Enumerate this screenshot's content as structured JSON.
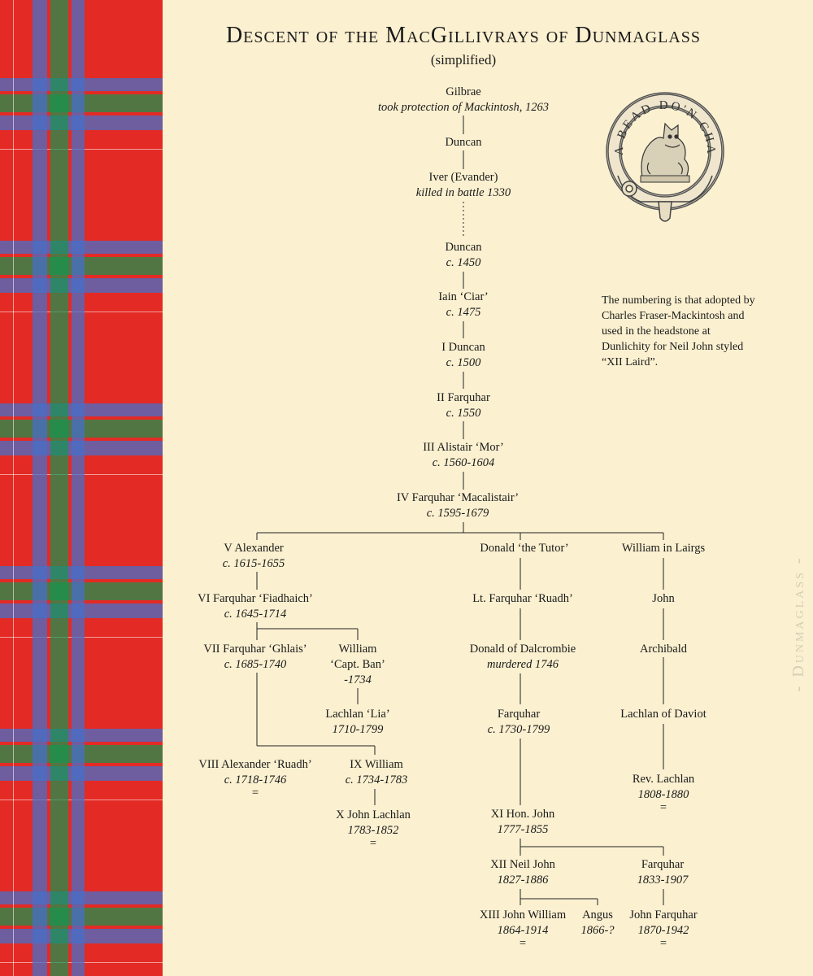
{
  "title": "Descent of the MacGillivrays of Dunmaglass",
  "subtitle": "(simplified)",
  "side_label": "- Dunmaglass -",
  "crest_motto": "DA BEAD DO'N CHAC",
  "note": "The numbering is that adopted by Charles Fraser-Mackintosh and used in the headstone at Dunlichity for Neil John styled “XII Laird”.",
  "nodes": {
    "gilbrae": {
      "name": "Gilbrae",
      "date": "took protection of Mackintosh, 1263"
    },
    "duncan0": {
      "name": "Duncan",
      "date": ""
    },
    "iver": {
      "name": "Iver (Evander)",
      "date": "killed in battle 1330"
    },
    "duncan1": {
      "name": "Duncan",
      "date": "c. 1450"
    },
    "iain": {
      "name": "Iain ‘Ciar’",
      "date": "c. 1475"
    },
    "i": {
      "name": "I Duncan",
      "date": "c. 1500"
    },
    "ii": {
      "name": "II Farquhar",
      "date": "c. 1550"
    },
    "iii": {
      "name": "III Alistair ‘Mor’",
      "date": "c. 1560-1604"
    },
    "iv": {
      "name": "IV Farquhar ‘Macalistair’",
      "date": "c. 1595-1679"
    },
    "v": {
      "name": "V Alexander",
      "date": "c. 1615-1655"
    },
    "vi": {
      "name": "VI Farquhar ‘Fiadhaich’",
      "date": "c. 1645-1714"
    },
    "vii": {
      "name": "VII Farquhar ‘Ghlais’",
      "date": "c. 1685-1740"
    },
    "william": {
      "name": "William",
      "name2": "‘Capt. Ban’",
      "date": "-1734"
    },
    "lachlan": {
      "name": "Lachlan ‘Lia’",
      "date": "1710-1799"
    },
    "viii": {
      "name": "VIII Alexander ‘Ruadh’",
      "date": "c. 1718-1746",
      "mark": "="
    },
    "ix": {
      "name": "IX William",
      "date": "c. 1734-1783"
    },
    "x": {
      "name": "X John Lachlan",
      "date": "1783-1852",
      "mark": "="
    },
    "donald": {
      "name": "Donald ‘the Tutor’",
      "date": ""
    },
    "ltfarq": {
      "name": "Lt. Farquhar ‘Ruadh’",
      "date": ""
    },
    "dalcrombie": {
      "name": "Donald of Dalcrombie",
      "date": "murdered 1746"
    },
    "farquhar2": {
      "name": "Farquhar",
      "date": "c. 1730-1799"
    },
    "xi": {
      "name": "XI Hon. John",
      "date": "1777-1855"
    },
    "xii": {
      "name": "XII Neil John",
      "date": "1827-1886"
    },
    "farquhar3": {
      "name": "Farquhar",
      "date": "1833-1907"
    },
    "xiii": {
      "name": "XIII John William",
      "date": "1864-1914",
      "mark": "="
    },
    "angus": {
      "name": "Angus",
      "date": "1866-?"
    },
    "johnf": {
      "name": "John Farquhar",
      "date": "1870-1942",
      "mark": "="
    },
    "williaml": {
      "name": "William in Lairgs",
      "date": ""
    },
    "john": {
      "name": "John",
      "date": ""
    },
    "archibald": {
      "name": "Archibald",
      "date": ""
    },
    "lachland": {
      "name": "Lachlan of Daviot",
      "date": ""
    },
    "revl": {
      "name": "Rev. Lachlan",
      "date": "1808-1880",
      "mark": "="
    }
  }
}
